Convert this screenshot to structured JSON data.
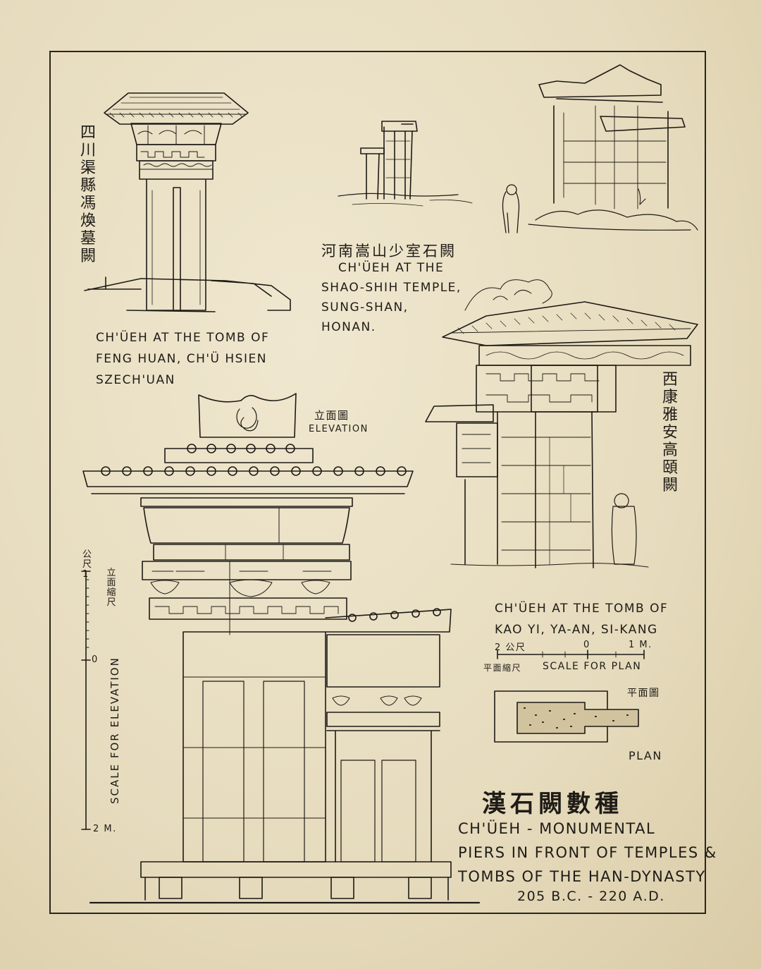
{
  "sheet": {
    "title_cjk": "漢石闕數種",
    "title_line1": "CH'ÜEH - MONUMENTAL",
    "title_line2": "PIERS IN FRONT OF TEMPLES &",
    "title_line3": "TOMBS OF THE HAN-DYNASTY",
    "dates": "205 B.C. - 220 A.D."
  },
  "feng_huan": {
    "cjk": "四川渠縣馮煥墓闕",
    "line1": "CH'ÜEH AT THE TOMB OF",
    "line2": "FENG HUAN, CH'Ü HSIEN",
    "line3": "SZECH'UAN"
  },
  "shao_shih": {
    "cjk": "河南嵩山少室石闕",
    "line1": "CH'ÜEH AT THE",
    "line2": "SHAO-SHIH TEMPLE,",
    "line3": "SUNG-SHAN,",
    "line4": "HONAN."
  },
  "kao_yi": {
    "cjk": "西康雅安高頤闕",
    "line1": "CH'ÜEH AT THE TOMB OF",
    "line2": "KAO YI, YA-AN, SI-KANG"
  },
  "elevation": {
    "cjk": "立面圖",
    "label": "ELEVATION",
    "scale_cjk": "立面縮尺",
    "scale_label": "SCALE FOR ELEVATION",
    "scale_top": "公尺 1",
    "scale_mid": "0",
    "scale_bottom": "2 M."
  },
  "plan": {
    "cjk": "平面圖",
    "label": "PLAN",
    "scale_left": "2 公尺",
    "scale_mid": "0",
    "scale_right": "1 M.",
    "scale_cjk": "平面縮尺",
    "scale_label": "SCALE FOR PLAN"
  }
}
